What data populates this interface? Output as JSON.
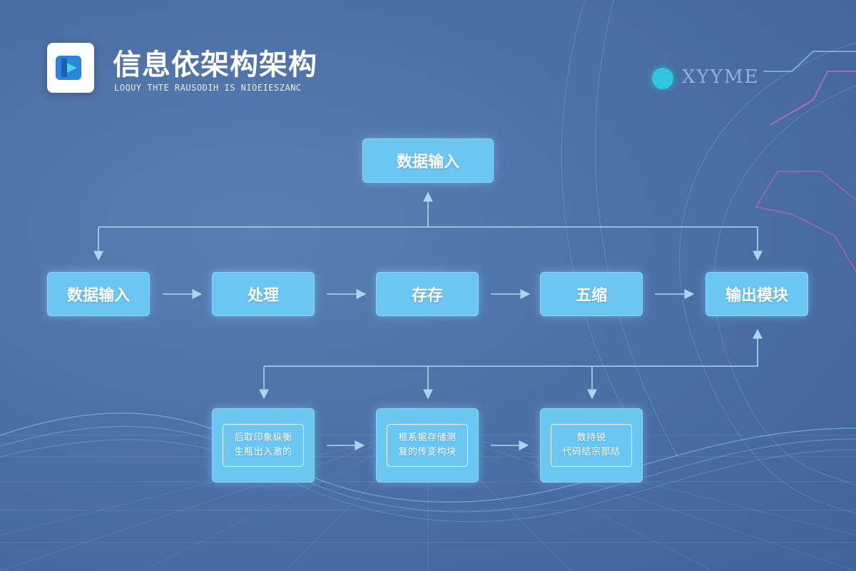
{
  "header": {
    "title": "信息依架构架构",
    "subtitle": "LOQUY THTE RAUSODIH IS NIOEIESZANC"
  },
  "status": {
    "label": "XYYME",
    "dot_color": "#2fc6e0"
  },
  "icons": {
    "logo": "play-logo-icon"
  },
  "colors": {
    "node_fill": "#6cc6f2",
    "connector": "#a9d7f2",
    "background": "#4d71a6"
  },
  "nodes": {
    "input_top": "数据输入",
    "input": "数据输入",
    "process": "处理",
    "storage": "存存",
    "compress": "五缩",
    "output": "输出模块",
    "sub1": {
      "line1": "后取印象纵衡",
      "line2": "生瓶出入激的"
    },
    "sub2": {
      "line1": "框系据存储测",
      "line2": "复的传变构块"
    },
    "sub3": {
      "line1": "数持锐",
      "line2": "代码结宗那结"
    }
  }
}
